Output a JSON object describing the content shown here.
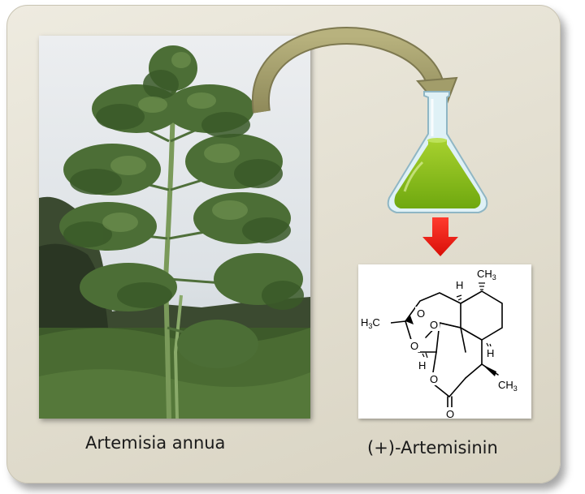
{
  "labels": {
    "plant": "Artemisia annua",
    "compound": "(+)-Artemisinin"
  },
  "structure_atoms": {
    "h_top": "H",
    "ch3_top": "CH3",
    "h3c_left": "H3C",
    "o_peroxide_1": "O",
    "o_peroxide_2": "O",
    "o_ring": "O",
    "h_junction": "H",
    "h_left": "H",
    "o_lactone": "O",
    "ch3_right": "CH3",
    "o_carbonyl": "O"
  },
  "colors": {
    "card_bg": "#e4e0d2",
    "curved_arrow": "#a39e6c",
    "down_arrow": "#ee1a12",
    "flask_liquid": "#8cc21a",
    "flask_glass": "#d7eef4"
  }
}
